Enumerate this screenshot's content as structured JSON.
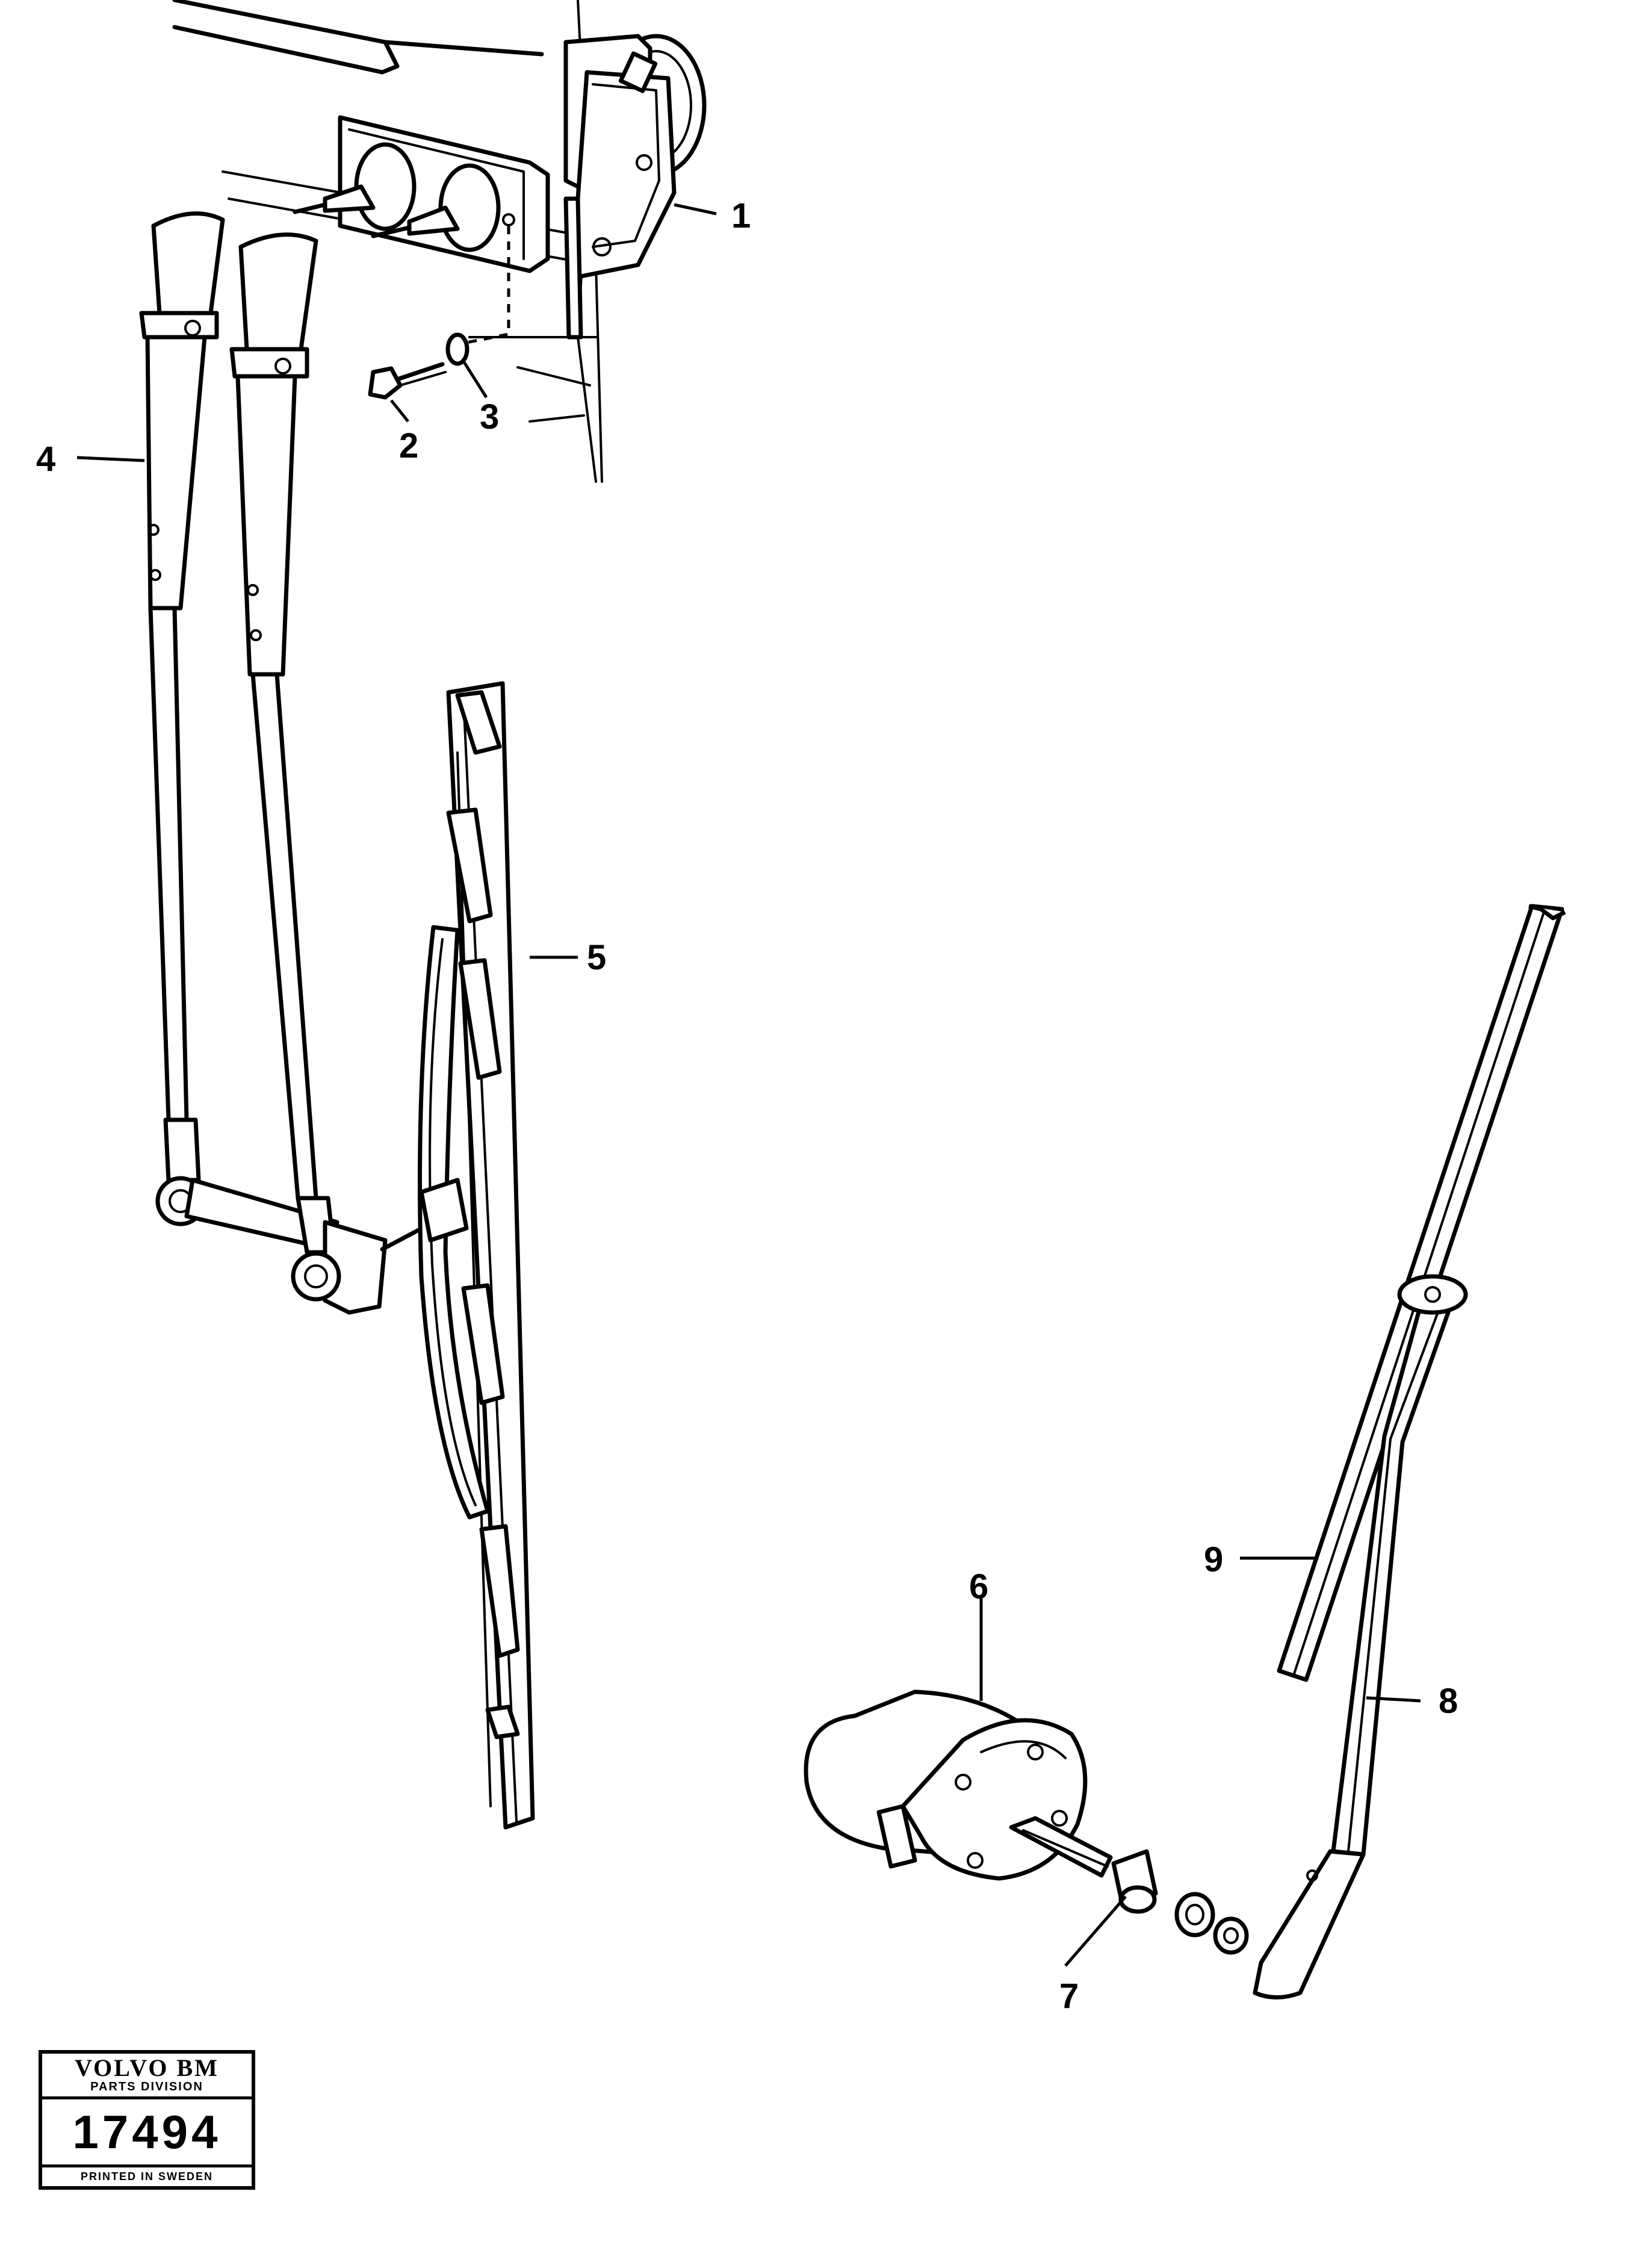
{
  "callouts": [
    {
      "id": "1",
      "label": "1"
    },
    {
      "id": "2",
      "label": "2"
    },
    {
      "id": "3",
      "label": "3"
    },
    {
      "id": "4",
      "label": "4"
    },
    {
      "id": "5",
      "label": "5"
    },
    {
      "id": "6",
      "label": "6"
    },
    {
      "id": "7",
      "label": "7"
    },
    {
      "id": "8",
      "label": "8"
    },
    {
      "id": "9",
      "label": "9"
    }
  ],
  "stamp": {
    "brand": "VOLVO BM",
    "division": "PARTS DIVISION",
    "number": "17494",
    "printed": "PRINTED IN SWEDEN"
  }
}
